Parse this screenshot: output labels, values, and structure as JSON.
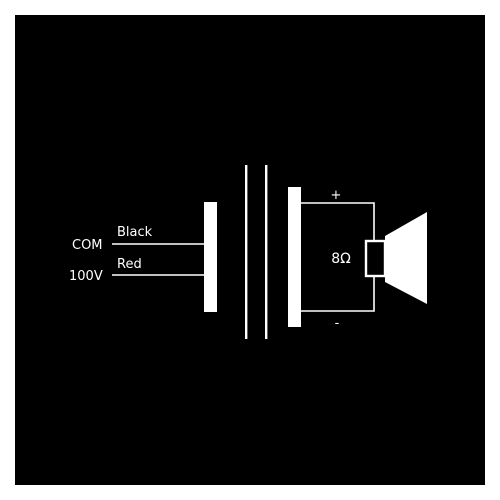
{
  "colors": {
    "background": "#000000",
    "frame": "#ffffff",
    "line": "#ffffff"
  },
  "wires": {
    "com_terminal": "COM",
    "com_color": "Black",
    "v100_terminal": "100V",
    "v100_color": "Red"
  },
  "speaker": {
    "impedance": "8Ω",
    "positive": "+",
    "negative": "-"
  }
}
